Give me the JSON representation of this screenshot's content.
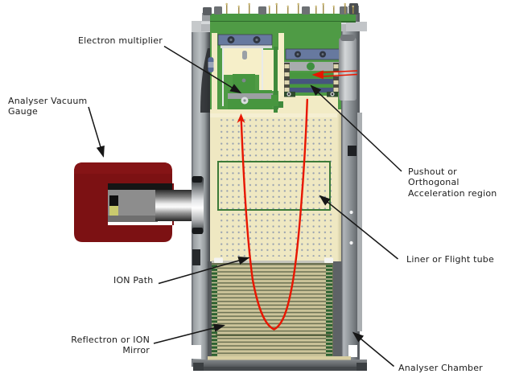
{
  "figure": {
    "type": "annotated-technical-diagram",
    "subject": "Cross-section of a time-of-flight mass spectrometer analyser",
    "background": "#ffffff"
  },
  "labels": {
    "electron_multiplier": {
      "lines": [
        "Electron multiplier"
      ]
    },
    "analyser_vacuum_gauge": {
      "lines": [
        "Analyser Vacuum",
        "Gauge"
      ]
    },
    "pushout": {
      "lines": [
        "Pushout or",
        "Orthogonal",
        "Acceleration region"
      ]
    },
    "liner": {
      "lines": [
        "Liner or Flight tube"
      ]
    },
    "ion_path": {
      "lines": [
        "ION Path"
      ]
    },
    "reflectron": {
      "lines": [
        "Reflectron or ION",
        "Mirror"
      ]
    },
    "analyser_chamber": {
      "lines": [
        "Analyser Chamber"
      ]
    }
  },
  "colors": {
    "background": "#ffffff",
    "label_text": "#1c1c1c",
    "pointer_line": "#161616",
    "ion_path_red": "#e81600",
    "gauge_maroon": "#7c1113",
    "pcb_green": "#4f9b45",
    "liner_tan": "#efe8c2",
    "chamber_gray": "#8f9497",
    "mount_blue": "#67799f"
  }
}
